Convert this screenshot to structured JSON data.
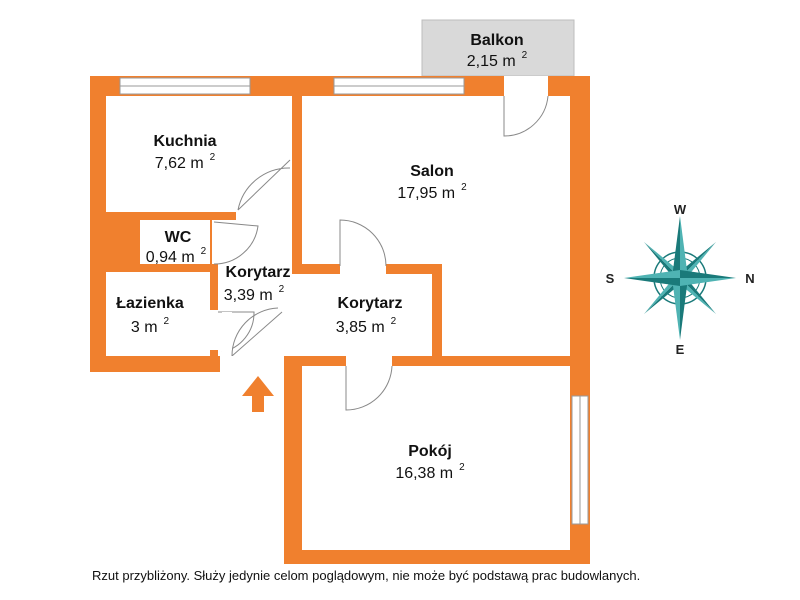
{
  "colors": {
    "wall": "#f0802e",
    "balcony": "#d9d9d9",
    "compass": "#1a7a7a",
    "arrow": "#f0802e"
  },
  "rooms": {
    "kuchnia": {
      "name": "Kuchnia",
      "area": "7,62 m",
      "unit_sup": "2"
    },
    "salon": {
      "name": "Salon",
      "area": "17,95 m",
      "unit_sup": "2"
    },
    "wc": {
      "name": "WC",
      "area": "0,94 m",
      "unit_sup": "2"
    },
    "korytarz1": {
      "name": "Korytarz",
      "area": "3,39 m",
      "unit_sup": "2"
    },
    "lazienka": {
      "name": "Łazienka",
      "area": "3 m",
      "unit_sup": "2"
    },
    "korytarz2": {
      "name": "Korytarz",
      "area": "3,85 m",
      "unit_sup": "2"
    },
    "pokoj": {
      "name": "Pokój",
      "area": "16,38 m",
      "unit_sup": "2"
    },
    "balkon": {
      "name": "Balkon",
      "area": "2,15 m",
      "unit_sup": "2"
    }
  },
  "compass": {
    "n": "N",
    "s": "S",
    "e": "E",
    "w": "W"
  },
  "entrance_icon": "up-arrow-icon",
  "compass_icon": "compass-rose-icon",
  "disclaimer": "Rzut przybliżony. Służy jedynie celom poglądowym, nie może być podstawą prac budowlanych."
}
